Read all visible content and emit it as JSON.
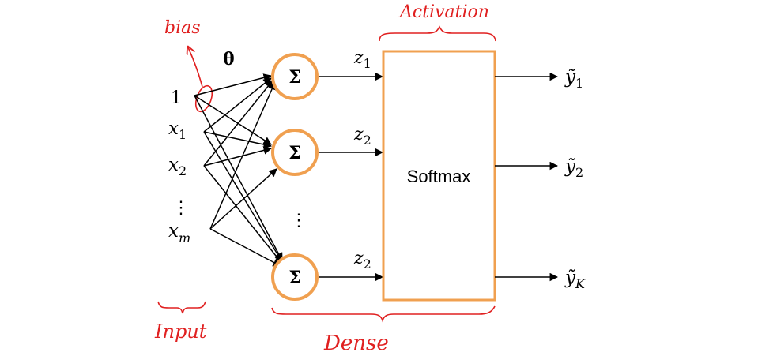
{
  "annotations": {
    "bias": "bias",
    "activation": "Activation",
    "input": "Input",
    "dense": "Dense"
  },
  "theta": "θ",
  "inputs": {
    "one": "1",
    "x1": "x",
    "x1_sub": "1",
    "x2": "x",
    "x2_sub": "2",
    "dots": "⋮",
    "xm": "x",
    "xm_sub": "m"
  },
  "neurons": {
    "symbol": "Σ",
    "dots": "⋮"
  },
  "z_labels": [
    {
      "base": "z",
      "sub": "1"
    },
    {
      "base": "z",
      "sub": "2"
    },
    {
      "base": "z",
      "sub": "2"
    }
  ],
  "softmax_label": "Softmax",
  "outputs": [
    {
      "base": "ỹ",
      "sub": "1"
    },
    {
      "base": "ỹ",
      "sub": "2"
    },
    {
      "base": "ỹ",
      "sub": "K"
    }
  ],
  "colors": {
    "neuron_stroke": "#f0a050",
    "softmax_stroke": "#f0a050",
    "annotation": "#e02020",
    "line": "#000000"
  }
}
